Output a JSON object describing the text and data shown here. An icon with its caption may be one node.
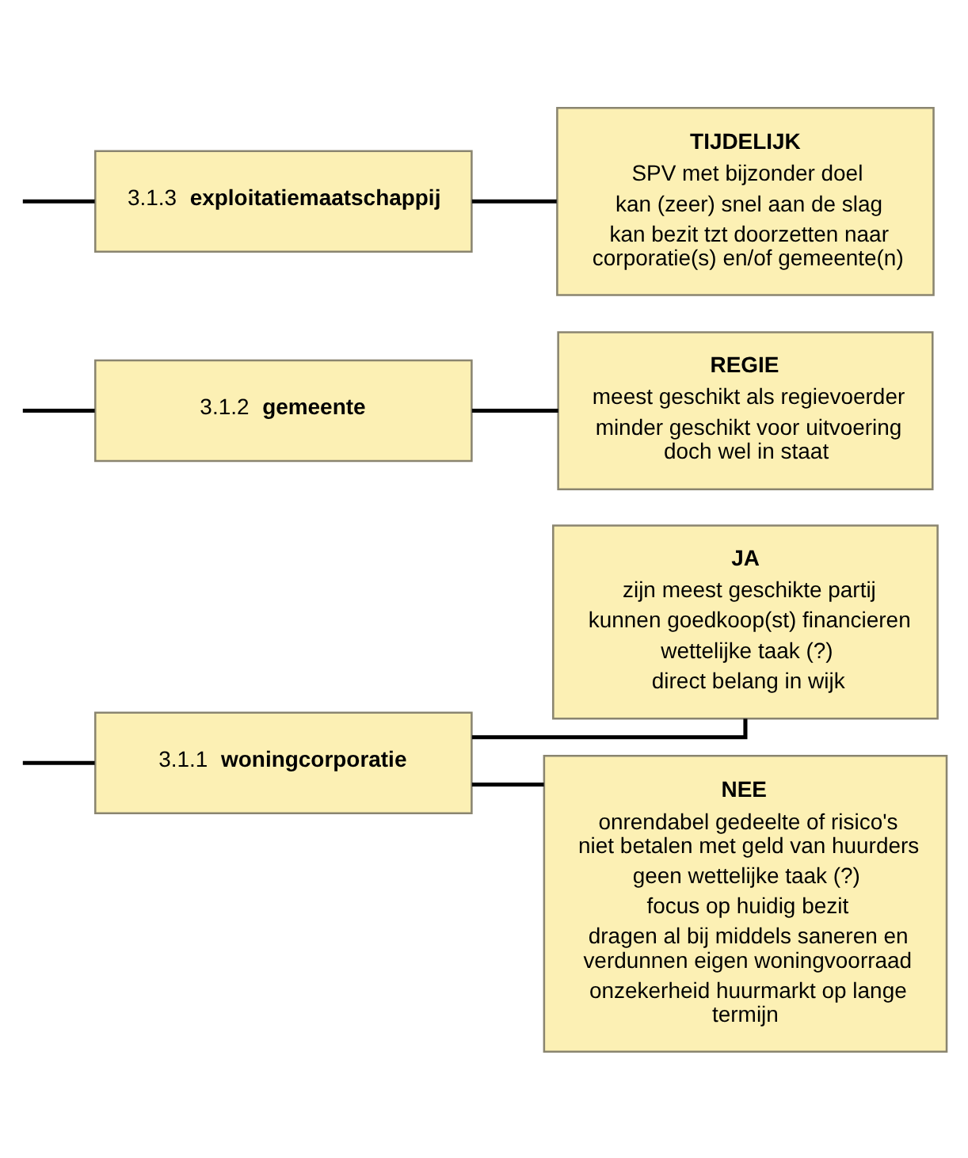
{
  "diagram": {
    "nodes": [
      {
        "text": [
          "3.1.1",
          "woningcorporatie"
        ]
      },
      {
        "text": [
          "3.1.2",
          "gemeente"
        ]
      },
      {
        "text": [
          "3.1.3",
          "exploitatiemaatschappij"
        ]
      },
      {
        "text": [
          "JA",
          "zijn meest geschikte partij",
          "kunnen goedkoop(st) financieren",
          "wettelijke taak (?)",
          "direct belang in wijk"
        ]
      },
      {
        "text": [
          "NEE",
          "onrendabel gedeelte of risico's niet betalen met geld van huurders",
          "geen wettelijke taak (?)",
          "focus op huidig bezit",
          "dragen al bij middels saneren en verdunnen eigen woningvoorraad",
          "onzekerheid huurmarkt op lange termijn"
        ]
      },
      {
        "text": [
          "REGIE",
          "meest geschikt als regievoerder",
          "minder geschikt voor uitvoering doch wel in staat"
        ]
      },
      {
        "text": [
          "TIJDELIJK",
          "SPV met bijzonder doel",
          "kan (zeer) snel aan de slag",
          "kan bezit tzt doorzetten naar corporatie(s) en/of gemeente(n)"
        ]
      }
    ],
    "edges": [
      {
        "from": null,
        "to": 0,
        "arrow": "none"
      },
      {
        "from": null,
        "to": 1,
        "arrow": "none"
      },
      {
        "from": null,
        "to": 2,
        "arrow": "none"
      },
      {
        "from": 0,
        "to": 3,
        "arrow": "none"
      },
      {
        "from": 0,
        "to": 4,
        "arrow": "none"
      },
      {
        "from": 1,
        "to": 5,
        "arrow": "none"
      },
      {
        "from": 2,
        "to": 6,
        "arrow": "none"
      }
    ]
  }
}
